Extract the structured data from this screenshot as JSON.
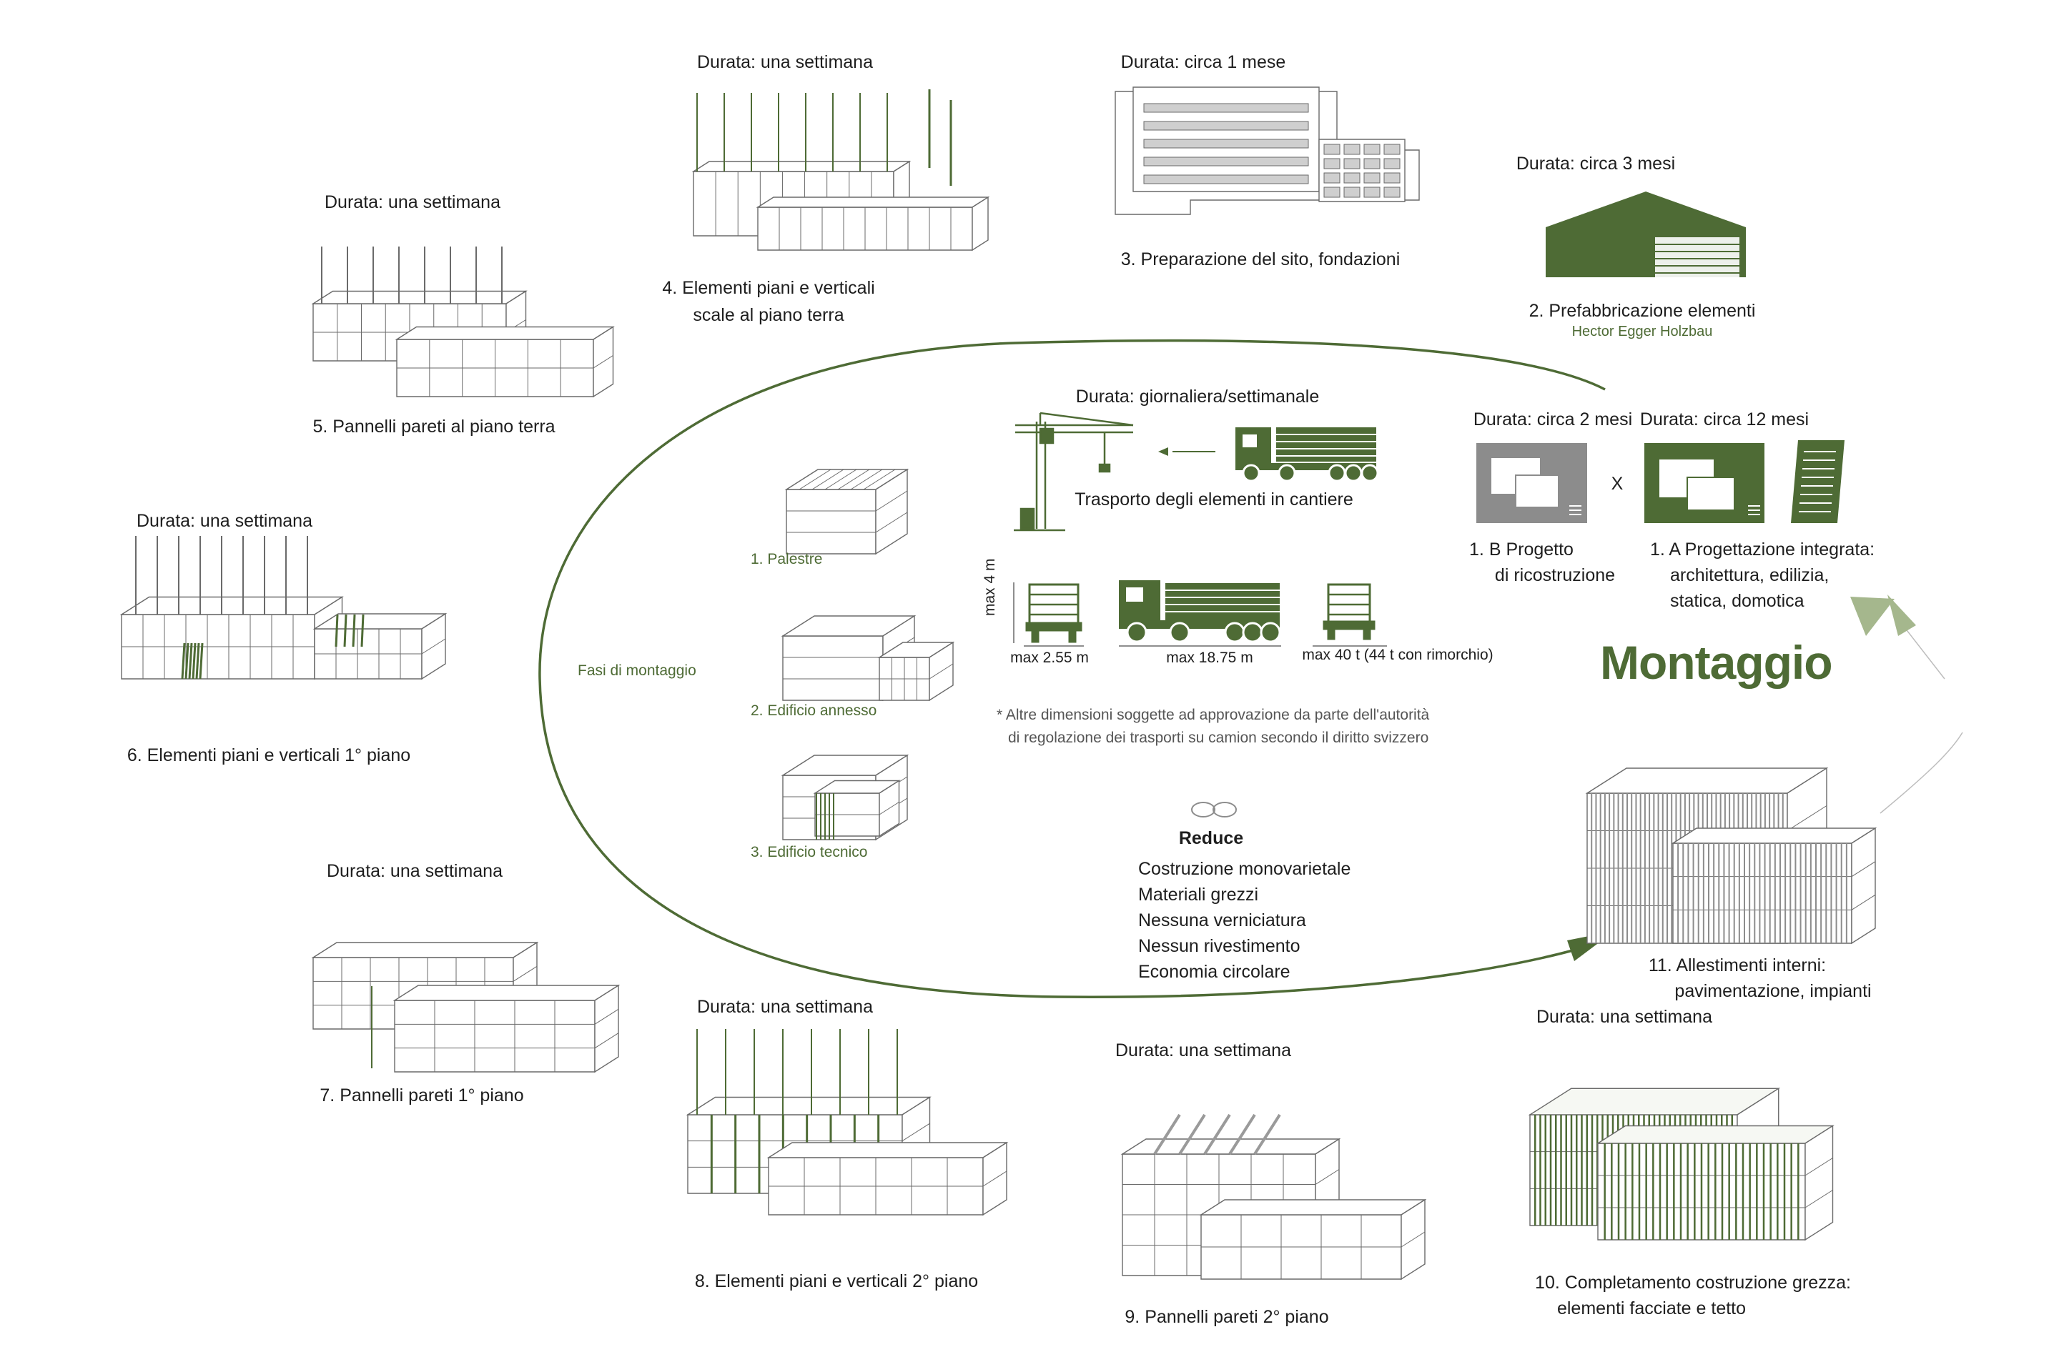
{
  "title": "Montaggio",
  "center": {
    "fasi_label": "Fasi di montaggio",
    "buildings": [
      {
        "label": "1. Palestre"
      },
      {
        "label": "2. Edificio annesso"
      },
      {
        "label": "3. Edificio tecnico"
      }
    ],
    "transport": {
      "duration": "Durata: giornaliera/settimanale",
      "label": "Trasporto degli elementi in cantiere",
      "height": "max 4 m",
      "width": "max 2.55 m",
      "length": "max 18.75 m",
      "weight": "max 40 t (44 t con rimorchio)",
      "note_line1": "* Altre dimensioni soggette ad approvazione da parte dell'autorità",
      "note_line2": "di regolazione dei trasporti su camion secondo il diritto svizzero"
    },
    "reduce": {
      "heading": "Reduce",
      "items": [
        "Costruzione monovarietale",
        "Materiali grezzi",
        "Nessuna verniciatura",
        "Nessun rivestimento",
        "Economia circolare"
      ]
    }
  },
  "planning": {
    "b_duration": "Durata: circa 2 mesi",
    "b_label_1": "1. B Progetto",
    "b_label_2": "di ricostruzione",
    "x": "X",
    "a_duration": "Durata: circa 12 mesi",
    "a_label_1": "1. A Progettazione integrata:",
    "a_label_2": "architettura, edilizia,",
    "a_label_3": "statica, domotica"
  },
  "steps": [
    {
      "id": 2,
      "duration": "Durata: circa 3 mesi",
      "label_1": "2. Prefabbricazione elementi",
      "label_2": "Hector Egger Holzbau"
    },
    {
      "id": 3,
      "duration": "Durata: circa 1 mese",
      "label_1": "3. Preparazione del sito, fondazioni"
    },
    {
      "id": 4,
      "duration": "Durata: una settimana",
      "label_1": "4. Elementi piani e verticali",
      "label_2": "scale al piano terra"
    },
    {
      "id": 5,
      "duration": "Durata: una settimana",
      "label_1": "5. Pannelli pareti al piano terra"
    },
    {
      "id": 6,
      "duration": "Durata: una settimana",
      "label_1": "6. Elementi piani e verticali 1° piano"
    },
    {
      "id": 7,
      "duration": "Durata: una settimana",
      "label_1": "7. Pannelli pareti 1° piano"
    },
    {
      "id": 8,
      "duration": "Durata: una settimana",
      "label_1": "8. Elementi piani e verticali 2° piano"
    },
    {
      "id": 9,
      "duration": "Durata: una settimana",
      "label_1": "9. Pannelli pareti 2° piano"
    },
    {
      "id": 10,
      "duration": "Durata: una settimana",
      "label_1": "10. Completamento costruzione grezza:",
      "label_2": "elementi facciate e tetto"
    },
    {
      "id": 11,
      "label_1": "11. Allestimenti interni:",
      "label_2": "pavimentazione, impianti"
    }
  ],
  "colors": {
    "accent": "#4e6b35",
    "light_green": "#a5b78d",
    "grey": "#8c8c8c",
    "line": "#6a6a6a"
  }
}
